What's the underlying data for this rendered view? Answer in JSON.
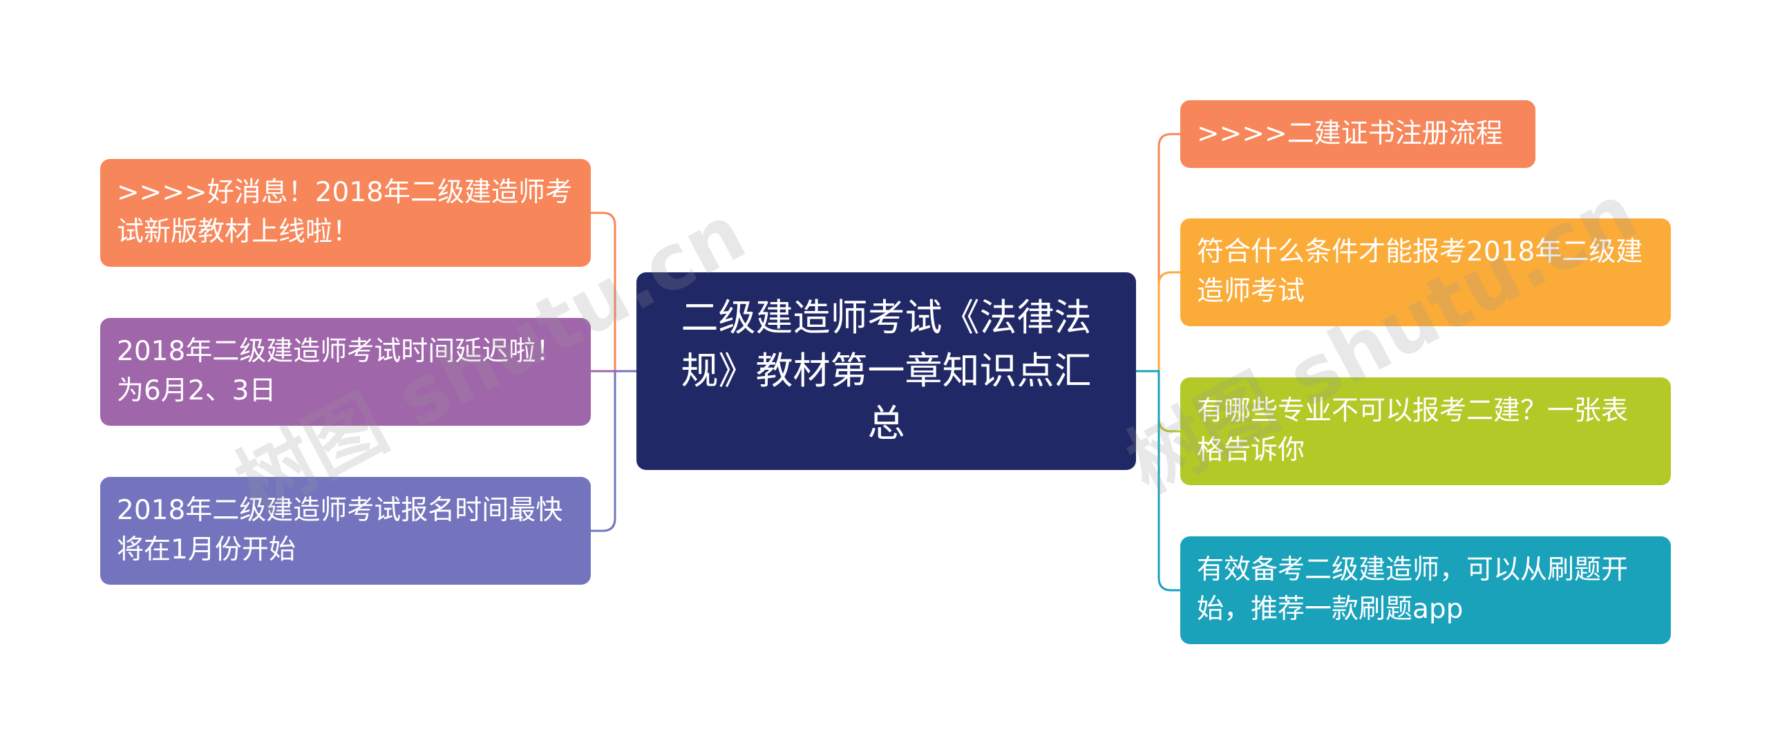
{
  "mindmap": {
    "center": {
      "label": "二级建造师考试《法律法规》教材第一章知识点汇总",
      "color": "#202866"
    },
    "left_branches": [
      {
        "label": ">>>>好消息！2018年二级建造师考试新版教材上线啦！",
        "color": "#F7865A"
      },
      {
        "label": "2018年二级建造师考试时间延迟啦！为6月2、3日",
        "color": "#A066AA"
      },
      {
        "label": "2018年二级建造师考试报名时间最快将在1月份开始",
        "color": "#7474BE"
      }
    ],
    "right_branches": [
      {
        "label": ">>>>二建证书注册流程",
        "color": "#F7865A"
      },
      {
        "label": "符合什么条件才能报考2018年二级建造师考试",
        "color": "#FBAB38"
      },
      {
        "label": "有哪些专业不可以报考二建？一张表格告诉你",
        "color": "#B3C928"
      },
      {
        "label": "有效备考二级建造师，可以从刷题开始，推荐一款刷题app",
        "color": "#1AA2BB"
      }
    ]
  },
  "watermark": "树图 shutu.cn"
}
